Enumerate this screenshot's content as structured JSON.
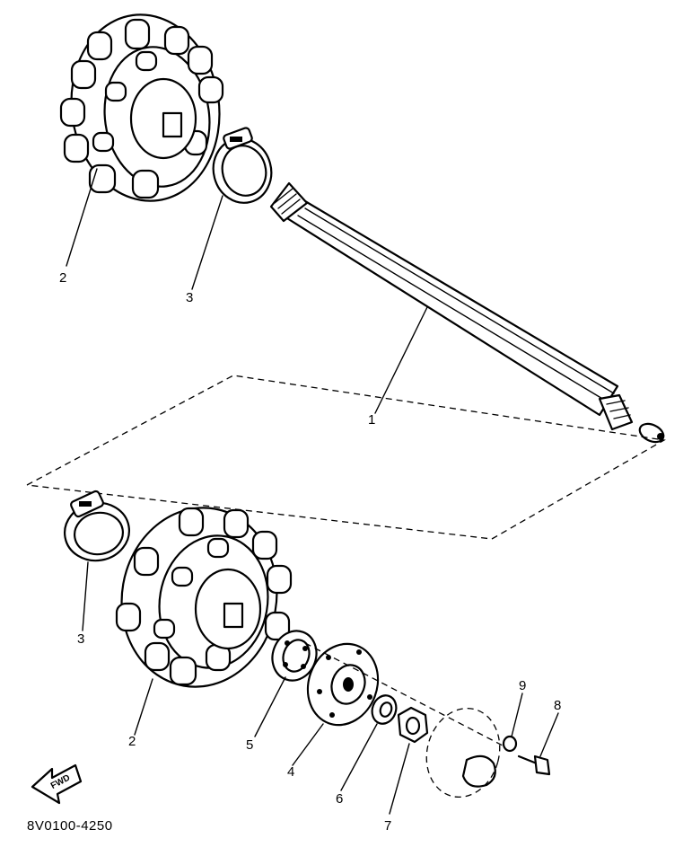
{
  "callouts": {
    "shaft": "1",
    "sprocket_upper": "2",
    "sprocket_lower": "2",
    "clamp_upper": "3",
    "clamp_lower": "3",
    "flange": "4",
    "bearing": "5",
    "washer": "6",
    "nut": "7",
    "bolt": "8",
    "small_nut": "9"
  },
  "direction_label": "FWD",
  "diagram_code": "8V0100-4250"
}
